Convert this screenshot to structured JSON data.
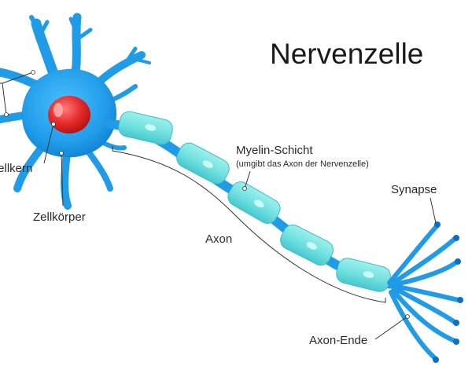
{
  "title": "Nervenzelle",
  "labels": {
    "myelin": "Myelin-Schicht",
    "myelin_note": "(umgibt das Axon der Nervenzelle)",
    "synapse": "Synapse",
    "axon": "Axon",
    "zellkern": "Zellkern",
    "zellkoerper": "Zellkörper",
    "axon_ende": "Axon-Ende"
  },
  "colors": {
    "neuron": "#1f9be8",
    "neuron_dark": "#0c6fc0",
    "nucleus": "#e42a2a",
    "myelin": "#6fe0de",
    "myelin_edge": "#3cbcc6",
    "line": "#333333"
  }
}
